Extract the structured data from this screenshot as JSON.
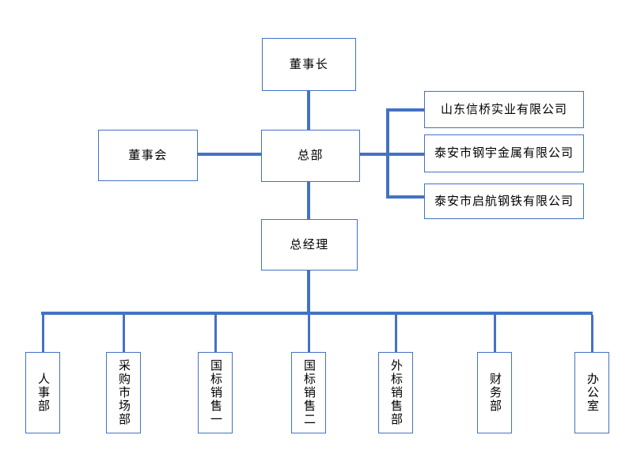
{
  "org_chart": {
    "title": "",
    "colors": {
      "line": "#4472C4",
      "box_border": "#4472C4",
      "box_fill": "#FFFFFF",
      "text": "#000000",
      "background": "#FFFFFF"
    },
    "nodes": {
      "chairman": {
        "label": "董事长"
      },
      "board": {
        "label": "董事会"
      },
      "headquarters": {
        "label": "总部"
      },
      "general_manager": {
        "label": "总经理"
      },
      "subsidiaries": [
        {
          "label": "山东信桥实业有限公司"
        },
        {
          "label": "泰安市钢宇金属有限公司"
        },
        {
          "label": "泰安市启航钢铁有限公司"
        }
      ],
      "departments": [
        {
          "label": "人事部"
        },
        {
          "label": "采购市场部"
        },
        {
          "label": "国标销售一"
        },
        {
          "label": "国标销售二"
        },
        {
          "label": "外标销售部"
        },
        {
          "label": "财务部"
        },
        {
          "label": "办公室"
        }
      ]
    },
    "edges": [
      {
        "from": "chairman",
        "to": "headquarters"
      },
      {
        "from": "board",
        "to": "headquarters"
      },
      {
        "from": "headquarters",
        "to": "subsidiaries"
      },
      {
        "from": "headquarters",
        "to": "general_manager"
      },
      {
        "from": "general_manager",
        "to": "departments"
      }
    ]
  }
}
